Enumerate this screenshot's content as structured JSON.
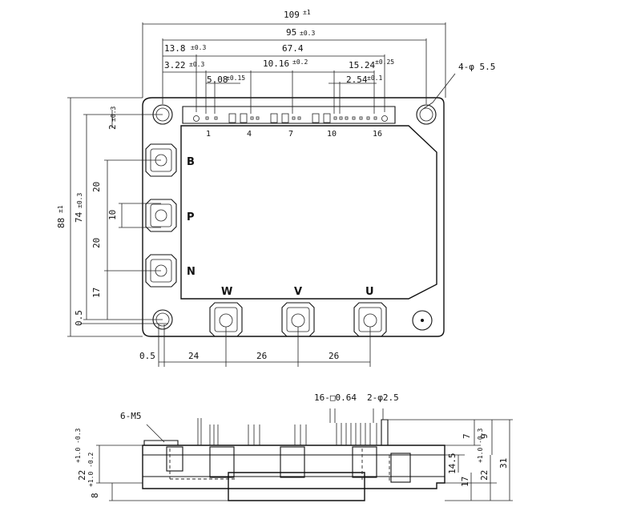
{
  "top_view": {
    "dimensions": {
      "overall_width": "109",
      "overall_width_tol": "±1",
      "mount_hole_span": "95",
      "mount_hole_span_tol": "±0.3",
      "pin_block_offset": "13.8",
      "pin_block_offset_tol": "±0.3",
      "pin_span": "67.4",
      "pin_first_offset": "3.22",
      "pin_first_offset_tol": "±0.3",
      "pin_pitch_group": "10.16",
      "pin_pitch_group_tol": "±0.2",
      "pin_group_len": "15.24",
      "pin_group_len_tol": "±0.25",
      "pin_pitch_a": "5.08",
      "pin_pitch_a_tol": "±0.15",
      "pin_pitch_b": "2.54",
      "pin_pitch_b_tol": "±0.1",
      "mount_holes": "4-φ 5.5",
      "overall_height": "88",
      "overall_height_tol": "±1",
      "hole_span_v": "74",
      "hole_span_v_tol": "±0.3",
      "pin_row_offset": "2",
      "pin_row_offset_tol": "±0.3",
      "term_gap_1": "20",
      "term_pitch_p": "10",
      "term_gap_2": "20",
      "term_bottom": "17",
      "edge_offset_v": "0.5",
      "edge_offset_h": "0.5",
      "term_w_offset": "24",
      "term_wv_pitch": "26",
      "term_vu_pitch": "26"
    },
    "pin_numbers": [
      "1",
      "4",
      "7",
      "10",
      "16"
    ],
    "terminals_left": [
      "B",
      "P",
      "N"
    ],
    "terminals_bottom": [
      "W",
      "V",
      "U"
    ]
  },
  "side_view": {
    "dimensions": {
      "screws": "6-M5",
      "pin_size": "16-□0.64",
      "guide_pins": "2-φ2.5",
      "pin_height_top": "7",
      "pin_height_total": "9",
      "body_upper": "14.5",
      "base_height": "17",
      "height_right": "22",
      "height_right_tol": "+1.0 -0.3",
      "overall_height": "31",
      "left_height": "22",
      "left_height_tol": "+1.0 -0.3",
      "base_left": "8",
      "base_left_tol": "+1.0 -0.2"
    }
  }
}
